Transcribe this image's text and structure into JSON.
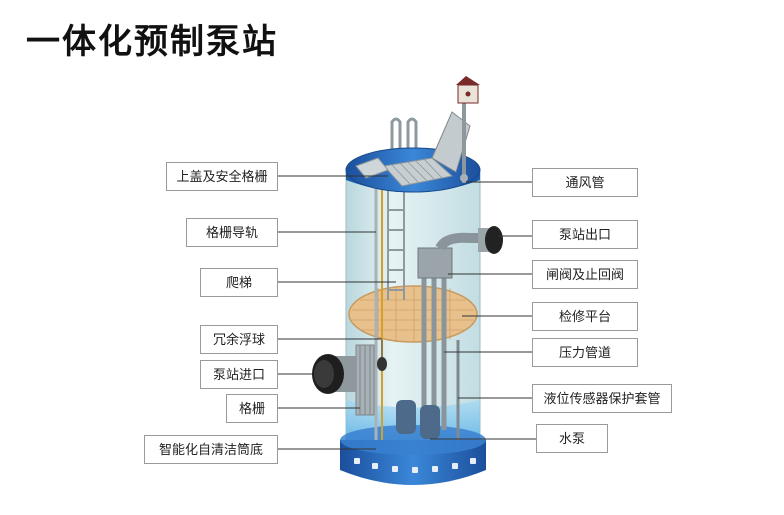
{
  "title": "一体化预制泵站",
  "labels_left": [
    {
      "id": "cover",
      "text": "上盖及安全格栅"
    },
    {
      "id": "rail",
      "text": "格栅导轨"
    },
    {
      "id": "ladder",
      "text": "爬梯"
    },
    {
      "id": "float",
      "text": "冗余浮球"
    },
    {
      "id": "inlet",
      "text": "泵站进口"
    },
    {
      "id": "grille",
      "text": "格栅"
    },
    {
      "id": "bottom",
      "text": "智能化自清洁筒底"
    }
  ],
  "labels_right": [
    {
      "id": "vent",
      "text": "通风管"
    },
    {
      "id": "outlet",
      "text": "泵站出口"
    },
    {
      "id": "valve",
      "text": "闸阀及止回阀"
    },
    {
      "id": "platform",
      "text": "检修平台"
    },
    {
      "id": "pipe",
      "text": "压力管道"
    },
    {
      "id": "sensor",
      "text": "液位传感器保护套管"
    },
    {
      "id": "pump",
      "text": "水泵"
    }
  ],
  "colors": {
    "tank_blue": "#2a6fc4",
    "tank_glass": "#cfe6ea",
    "platform": "#e8c08c",
    "water": "#5fb8ea",
    "leader": "#333333"
  }
}
